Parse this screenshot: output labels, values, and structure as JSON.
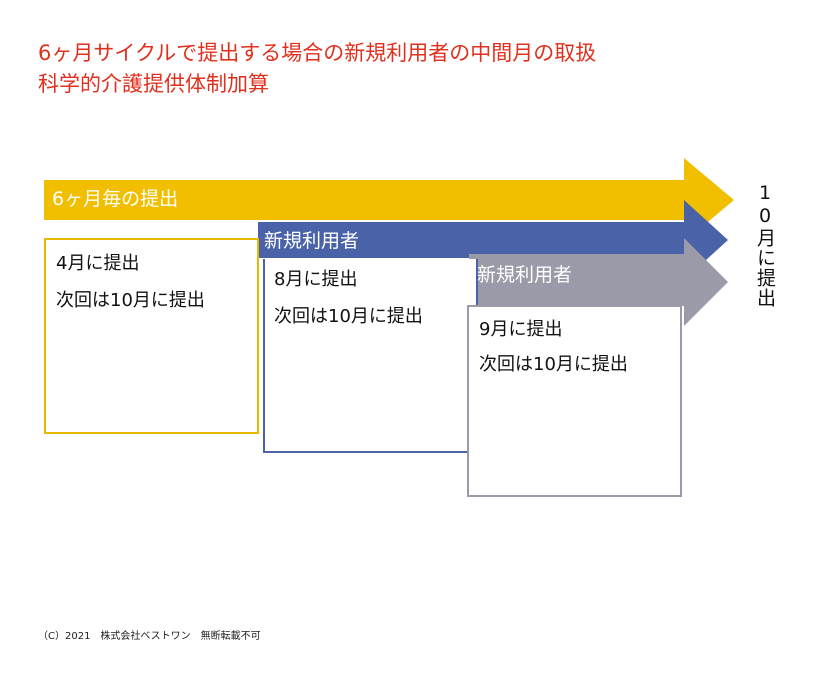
{
  "title": {
    "line1": "6ヶ月サイクルで提出する場合の新規利用者の中間月の取扱",
    "line2": "科学的介護提供体制加算"
  },
  "arrows": {
    "yellow": {
      "label": "6ヶ月毎の提出",
      "color": "#f2bf00"
    },
    "blue": {
      "label": "新規利用者",
      "color": "#4a63a8"
    },
    "gray": {
      "label": "新規利用者",
      "color": "#9a9aa8"
    }
  },
  "boxes": {
    "yellow": {
      "line1": "4月に提出",
      "line2": "次回は10月に提出"
    },
    "blue": {
      "line1": "8月に提出",
      "line2": "次回は10月に提出"
    },
    "gray": {
      "line1": "9月に提出",
      "line2": "次回は10月に提出"
    }
  },
  "target_label": "10月に提出",
  "copyright": "（C）2021　株式会社ベストワン　無断転載不可",
  "colors": {
    "title": "#e0301e",
    "yellow": "#f2bf00",
    "blue": "#4a63a8",
    "gray": "#9a9aa8"
  }
}
